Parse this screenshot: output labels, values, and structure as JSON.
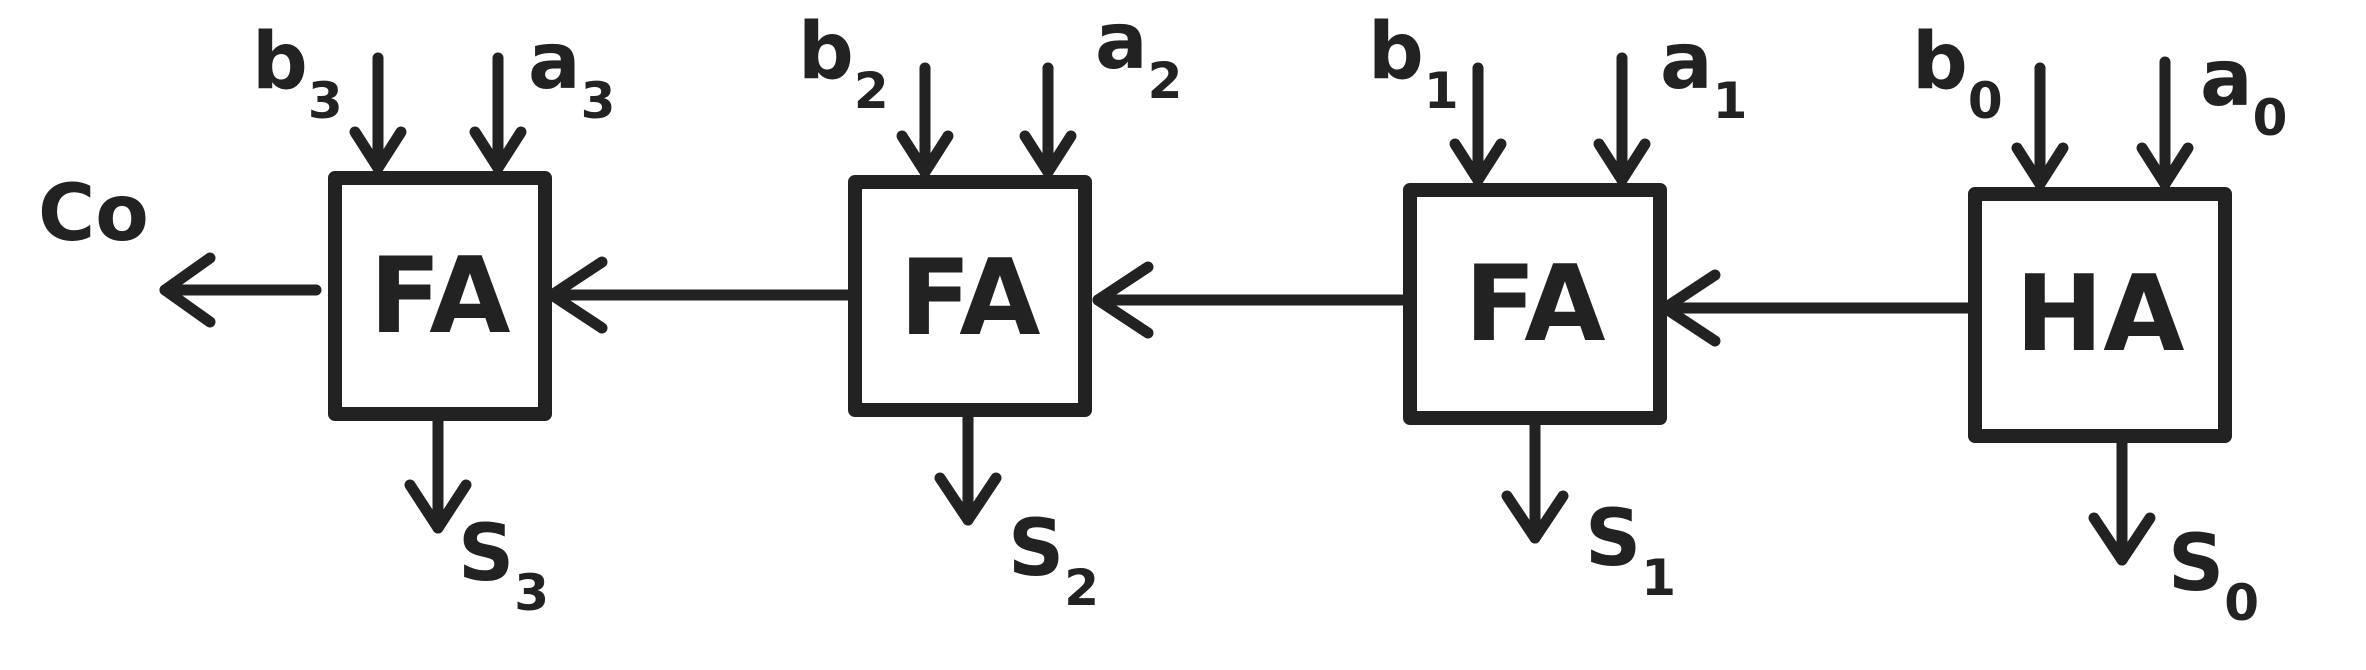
{
  "diagram": {
    "blocks": [
      {
        "id": "fa3",
        "label": "FA",
        "inputs": [
          {
            "base": "b",
            "sub": "3"
          },
          {
            "base": "a",
            "sub": "3"
          }
        ],
        "output": {
          "base": "S",
          "sub": "3"
        }
      },
      {
        "id": "fa2",
        "label": "FA",
        "inputs": [
          {
            "base": "b",
            "sub": "2"
          },
          {
            "base": "a",
            "sub": "2"
          }
        ],
        "output": {
          "base": "S",
          "sub": "2"
        }
      },
      {
        "id": "fa1",
        "label": "FA",
        "inputs": [
          {
            "base": "b",
            "sub": "1"
          },
          {
            "base": "a",
            "sub": "1"
          }
        ],
        "output": {
          "base": "S",
          "sub": "1"
        }
      },
      {
        "id": "ha0",
        "label": "HA",
        "inputs": [
          {
            "base": "b",
            "sub": "0"
          },
          {
            "base": "a",
            "sub": "0"
          }
        ],
        "output": {
          "base": "S",
          "sub": "0"
        }
      }
    ],
    "carry_out": "Co",
    "ink_color": "#222222",
    "background": "#ffffff"
  }
}
